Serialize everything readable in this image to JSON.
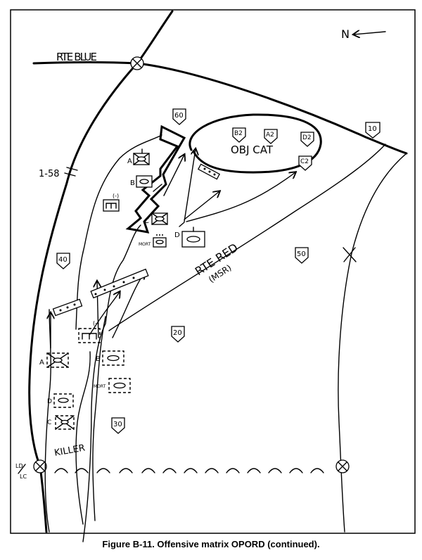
{
  "north_label": "N",
  "routes": {
    "blue": "RTE BLUE",
    "red": "RTE RED",
    "red_sub": "(MSR)"
  },
  "boundary_unit": "1-58",
  "objective": "OBJ CAT",
  "objective_points": [
    "B2",
    "A2",
    "D2",
    "C2"
  ],
  "checkpoints": [
    "10",
    "60",
    "40",
    "50",
    "20",
    "30"
  ],
  "phase_line": "KILLER",
  "ld_lc": [
    "LD",
    "LC"
  ],
  "units": {
    "a_forward": "A",
    "b_forward": "B",
    "c_forward": "C",
    "d_forward": "D",
    "mort_forward": "MORT",
    "minus": "(-)",
    "a_start": "A",
    "b_start": "B",
    "c_start": "C",
    "d_start": "D",
    "mort_start": "MORT",
    "minus_start": "(-)"
  },
  "caption": "Figure B-11.   Offensive matrix OPORD (continued)."
}
